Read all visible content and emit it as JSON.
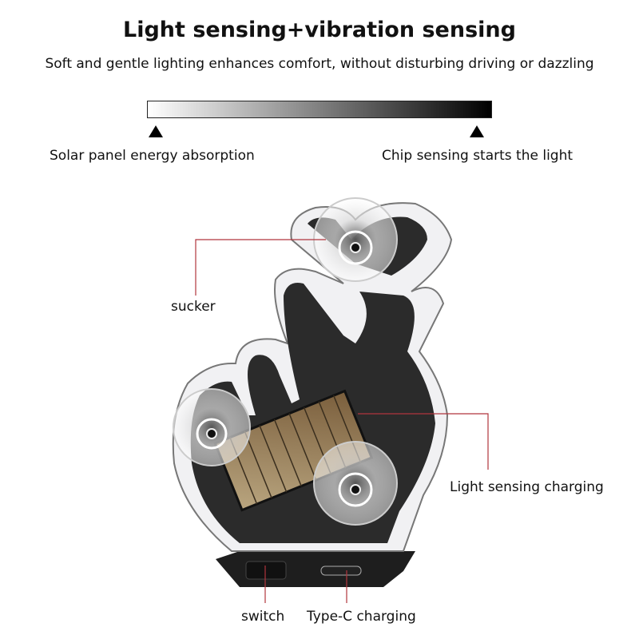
{
  "header": {
    "title": "Light sensing+vibration sensing",
    "subtitle": "Soft and gentle lighting enhances comfort, without disturbing driving or dazzling"
  },
  "scale": {
    "left_label": "Solar panel energy absorption",
    "right_label": "Chip sensing starts the light"
  },
  "callouts": {
    "sucker": "sucker",
    "light_sensing": "Light sensing charging",
    "switch": "switch",
    "typec": "Type-C charging"
  },
  "colors": {
    "leader_line": "#b0353d",
    "body": "#2b2b2b",
    "rim": "#f0f0f2",
    "solar": "#a89370"
  }
}
